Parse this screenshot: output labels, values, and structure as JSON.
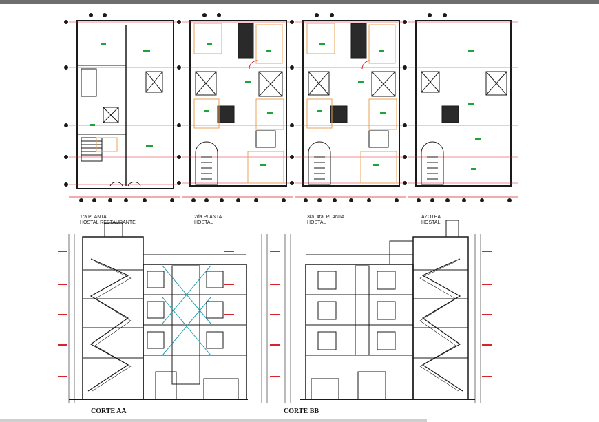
{
  "plans": [
    {
      "line1": "1ra PLANTA",
      "line2": "HOSTAL RESTAURANTE"
    },
    {
      "line1": "2da PLANTA",
      "line2": "HOSTAL"
    },
    {
      "line1": "3ra, 4ta, PLANTA",
      "line2": "HOSTAL"
    },
    {
      "line1": "AZOTEA",
      "line2": "HOSTAL"
    }
  ],
  "sections": [
    {
      "title": "CORTE AA"
    },
    {
      "title": "CORTE BB"
    }
  ],
  "colors": {
    "line": "#1a1a1a",
    "grid": "#d8232a",
    "wood": "#e8a25a",
    "label": "#1fa43a",
    "fixture": "#20a0b0"
  }
}
